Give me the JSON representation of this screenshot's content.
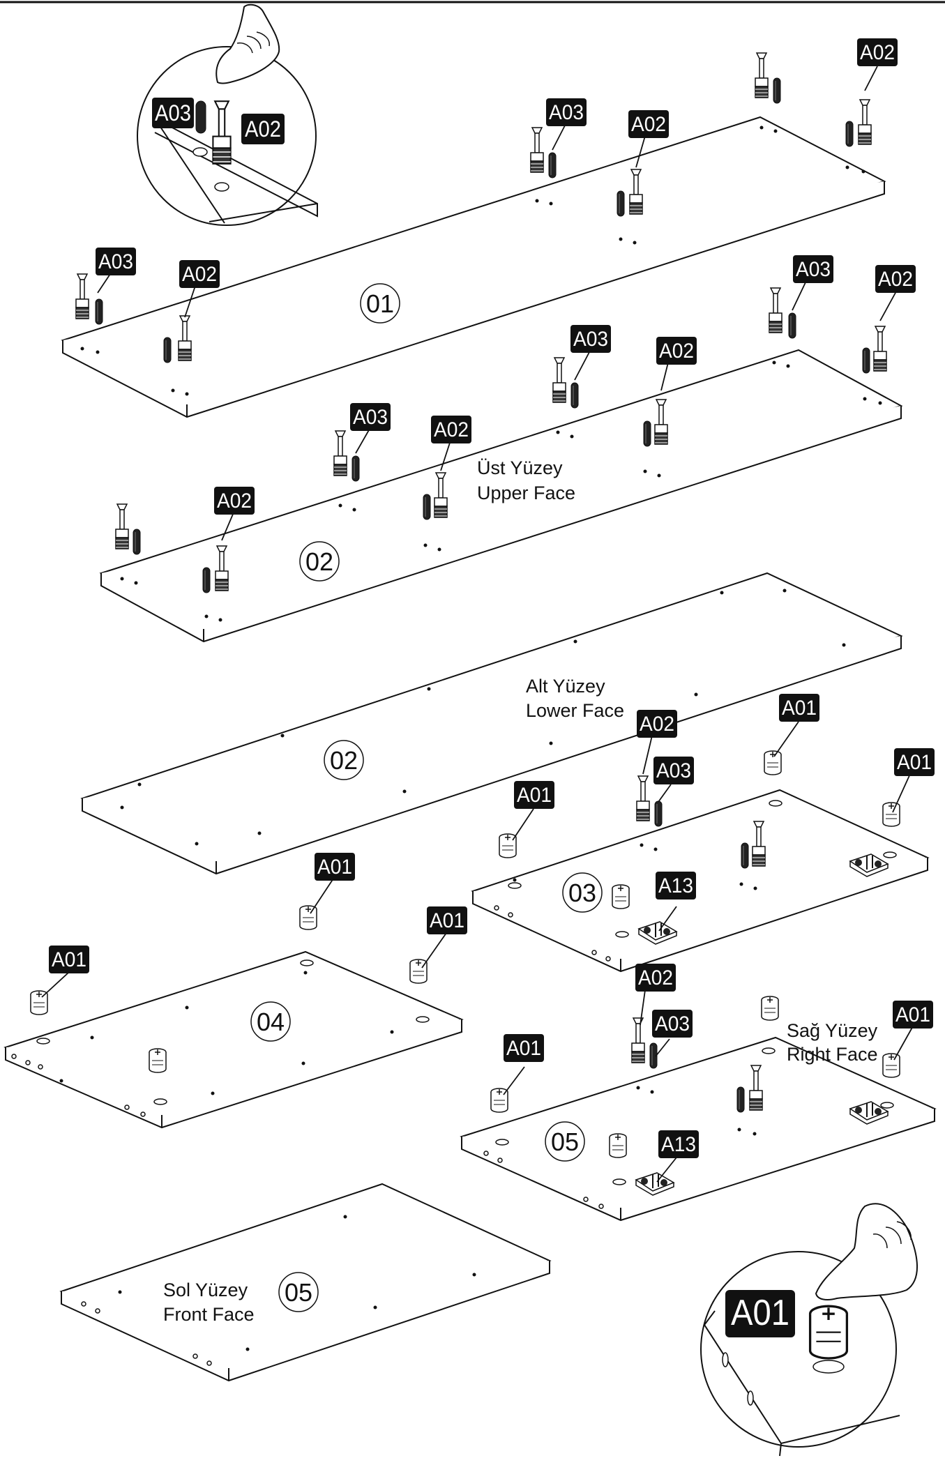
{
  "colors": {
    "ink": "#111111",
    "paper": "#ffffff",
    "tag_bg": "#111111",
    "tag_text": "#ffffff"
  },
  "parts": {
    "p01": "01",
    "p02_upper": "02",
    "p02_lower": "02",
    "p03": "03",
    "p04": "04",
    "p05_right": "05",
    "p05_left": "05"
  },
  "face_labels": {
    "upper": {
      "tr": "Üst Yüzey",
      "en": "Upper Face"
    },
    "lower": {
      "tr": "Alt Yüzey",
      "en": "Lower Face"
    },
    "right": {
      "tr": "Sağ Yüzey",
      "en": "Right Face"
    },
    "left": {
      "tr": "Sol Yüzey",
      "en": "Front Face"
    }
  },
  "hardware": {
    "a01": "A01",
    "a02": "A02",
    "a03": "A03",
    "a13": "A13"
  },
  "icons": [
    "hand-pointer-icon",
    "cam-lock-icon",
    "cam-bolt-icon",
    "wood-dowel-icon",
    "hinge-plate-icon"
  ]
}
